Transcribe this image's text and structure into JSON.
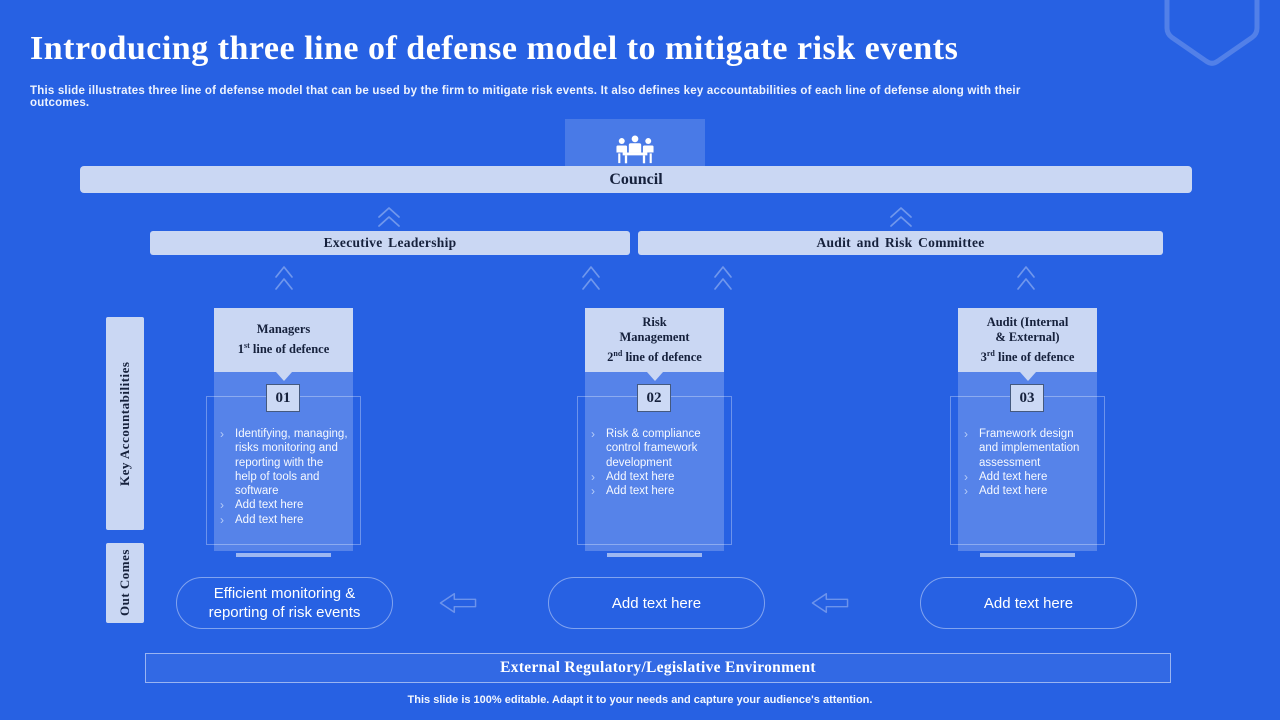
{
  "slide": {
    "title": "Introducing three line of defense model to mitigate risk events",
    "subtitle": "This slide illustrates three line of defense model that can be used by the firm to mitigate risk events. It also defines key accountabilities of each line of defense along with their outcomes.",
    "footer": "This slide is 100% editable. Adapt it to your needs and capture your audience's attention."
  },
  "colors": {
    "background": "#2761e3",
    "panel": "#cad7f3",
    "dark_text": "#16213c",
    "white_text": "#f6f9ff"
  },
  "hierarchy": {
    "council_label": "Council",
    "executive_label": "Executive Leadership",
    "audit_committee_label": "Audit and Risk Committee",
    "environment_label": "External Regulatory/Legislative Environment"
  },
  "side_labels": {
    "accountabilities": "Key Accountabilities",
    "outcomes": "Out Comes"
  },
  "list": {
    "bullet_char": "›"
  },
  "columns": [
    {
      "badge": "01",
      "name_line1": "Managers",
      "ordinal_num": "1",
      "ordinal_suffix": "st",
      "ordinal_rest": " line of defence",
      "bullets": [
        "Identifying, managing, risks monitoring and reporting with the help of tools and software",
        "Add text here",
        "Add text here"
      ],
      "outcome": "Efficient monitoring & reporting of risk events"
    },
    {
      "badge": "02",
      "name_line1": "Risk",
      "name_line2": "Management",
      "ordinal_num": "2",
      "ordinal_suffix": "nd",
      "ordinal_rest": " line of defence",
      "bullets": [
        "Risk & compliance control framework development",
        "Add text here",
        "Add text here"
      ],
      "outcome": "Add text here"
    },
    {
      "badge": "03",
      "name_line1": "Audit (Internal",
      "name_line2": "& External)",
      "ordinal_num": "3",
      "ordinal_suffix": "rd",
      "ordinal_rest": " line of defence",
      "bullets": [
        "Framework design and implementation assessment",
        "Add text here",
        "Add text here"
      ],
      "outcome": "Add text here"
    }
  ],
  "icons": {
    "shield": "shield-badge-icon (outlined pentagon pennant)",
    "council": "meeting-people-icon (three people at table)",
    "chevron": "chevron-up-icon (double outline chevron)",
    "arrow": "arrow-left-icon (outline block arrow)"
  }
}
